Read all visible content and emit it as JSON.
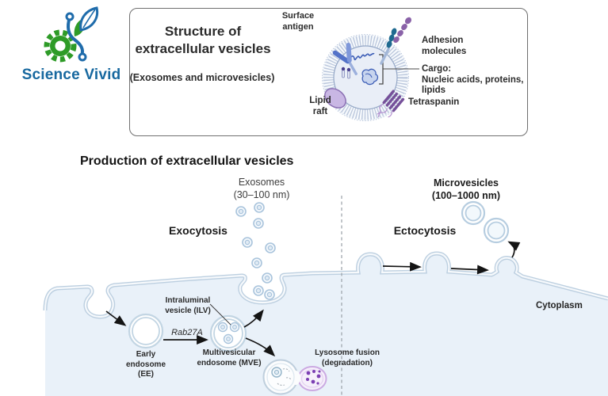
{
  "brand": {
    "name": "Science Vivid"
  },
  "structure_panel": {
    "title_line1": "Structure of",
    "title_line2": "extracellular vesicles",
    "subtitle": "(Exosomes and microvesicles)",
    "labels": {
      "surface_antigen": [
        "Surface",
        "antigen"
      ],
      "adhesion": [
        "Adhesion",
        "molecules"
      ],
      "cargo": [
        "Cargo:",
        "Nucleic acids, proteins,",
        "lipids"
      ],
      "tetraspanin": "Tetraspanin",
      "lipid_raft": [
        "Lipid",
        "raft"
      ]
    }
  },
  "production_panel": {
    "title": "Production of extracellular vesicles",
    "labels": {
      "exosomes": [
        "Exosomes",
        "(30–100 nm)"
      ],
      "exocytosis": "Exocytosis",
      "microvesicles": [
        "Microvesicles",
        "(100–1000 nm)"
      ],
      "ectocytosis": "Ectocytosis",
      "cytoplasm": "Cytoplasm",
      "ilv": [
        "Intraluminal",
        "vesicle (ILV)"
      ],
      "rab27a": "Rab27A",
      "early_endosome": [
        "Early",
        "endosome",
        "(EE)"
      ],
      "mve": [
        "Multivesicular",
        "endosome (MVE)"
      ],
      "lysosome": [
        "Lysosome fusion",
        "(degradation)"
      ]
    }
  },
  "colors": {
    "brand_blue": "#17689f",
    "brand_green": "#2e9b27",
    "membrane": "#bccfe0",
    "cytoplasm_fill": "#e9f1f9",
    "vesicle_ring": "#bcc8dd",
    "purple_accent": "#76509a",
    "lysosome_purple": "#7c3fb3",
    "cargo_blue": "#3c5db6",
    "arrow": "#141414"
  }
}
